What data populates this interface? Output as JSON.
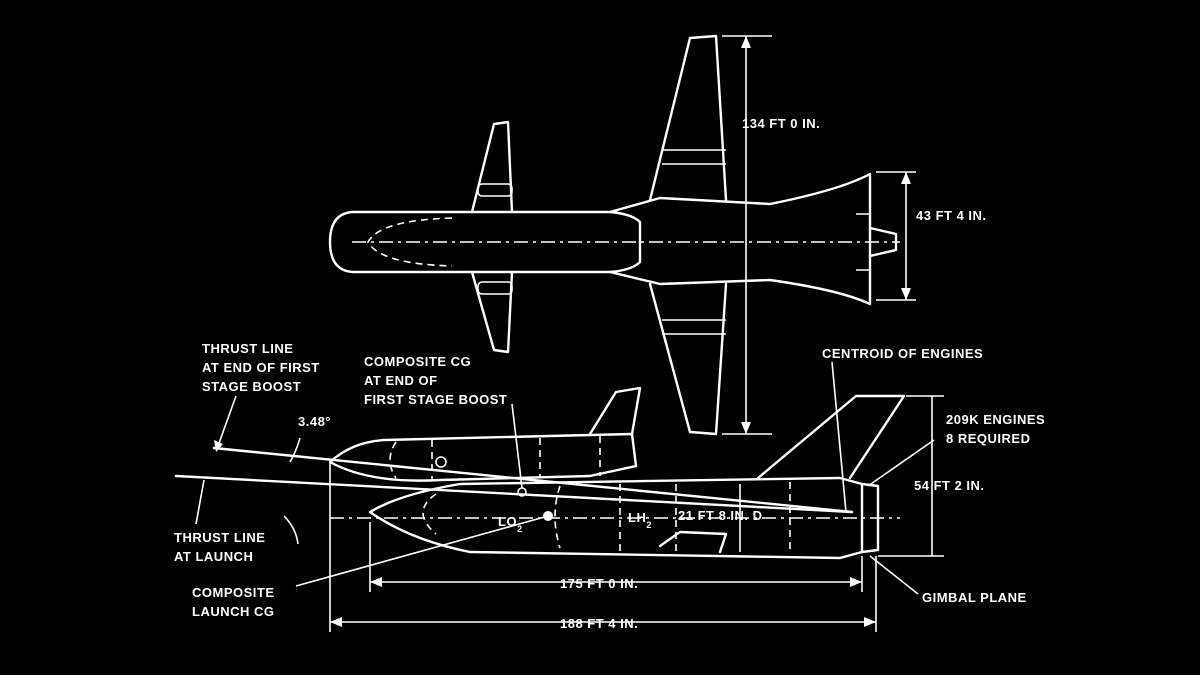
{
  "colors": {
    "background": "#000000",
    "line": "#ffffff"
  },
  "plan_view": {
    "span_label": "134 FT 0 IN.",
    "tail_span_label": "43 FT 4 IN."
  },
  "side_view": {
    "thrust_end_boost": [
      "THRUST LINE",
      "AT END OF FIRST",
      "STAGE BOOST"
    ],
    "angle_label": "3.48°",
    "composite_cg_end": [
      "COMPOSITE CG",
      "AT END OF",
      "FIRST STAGE BOOST"
    ],
    "centroid_engines": "CENTROID OF ENGINES",
    "engines": [
      "209K ENGINES",
      "8 REQUIRED"
    ],
    "height_label": "54 FT 2 IN.",
    "lo2_main": "LO",
    "lo2_sub": "2",
    "lh2_main": "LH",
    "lh2_sub": "2",
    "diameter_label": "21 FT 8 IN. D",
    "thrust_launch": [
      "THRUST LINE",
      "AT LAUNCH"
    ],
    "composite_launch_cg": [
      "COMPOSITE",
      "LAUNCH CG"
    ],
    "length_inner": "175 FT 0 IN.",
    "length_overall": "188 FT 4 IN.",
    "gimbal_plane": "GIMBAL PLANE"
  }
}
